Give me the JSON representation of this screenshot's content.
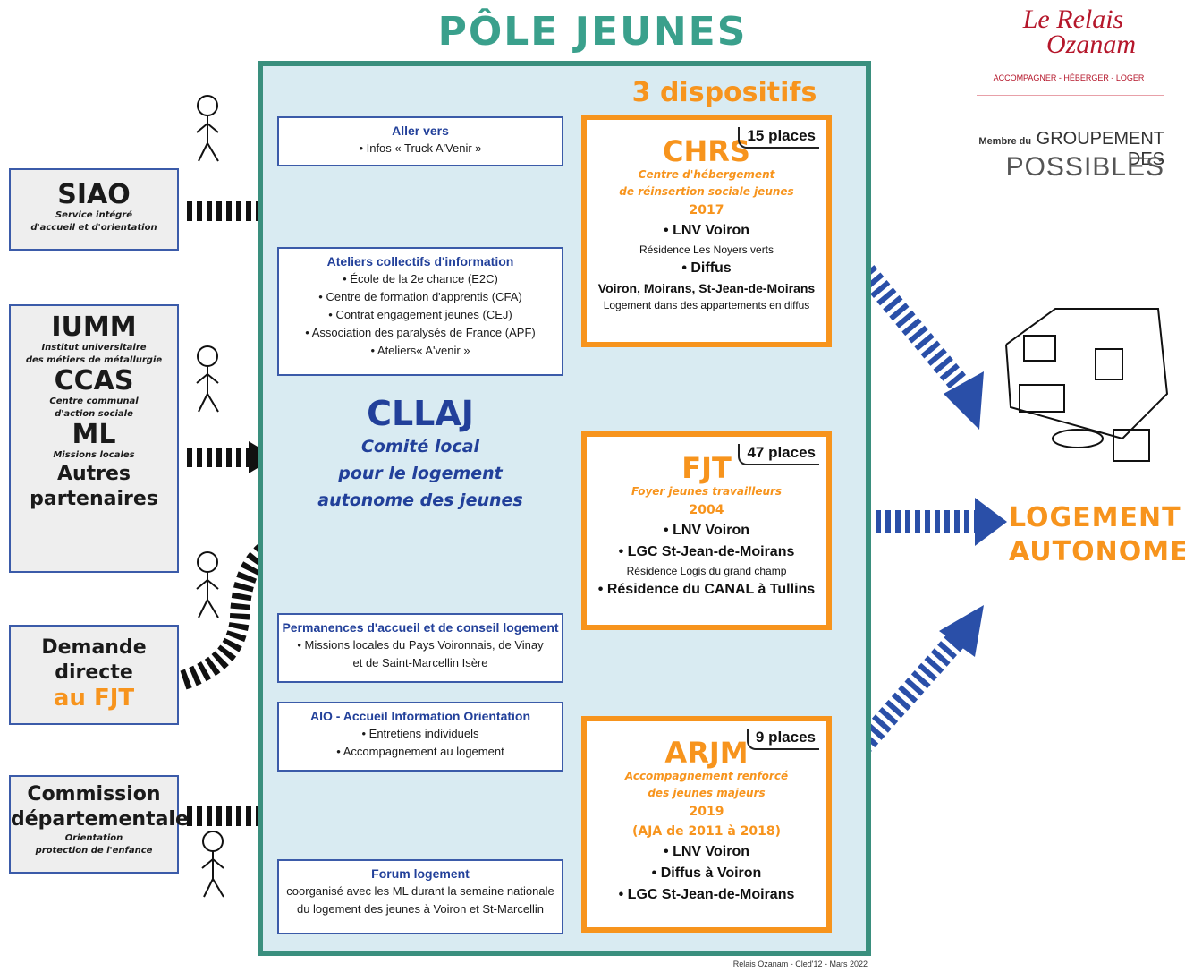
{
  "title": "PÔLE JEUNES",
  "logo": {
    "name_line1": "Le Relais",
    "name_line2": "Ozanam",
    "tagline": "ACCOMPAGNER - HÉBERGER - LOGER"
  },
  "groupement": {
    "prefix": "Membre du",
    "line1": "GROUPEMENT DES",
    "line2": "POSSIBLES"
  },
  "dispositifs_title": "3 dispositifs",
  "partners": {
    "siao": {
      "name": "SIAO",
      "desc1": "Service intégré",
      "desc2": "d'accueil et d'orientation"
    },
    "iumm": {
      "name": "IUMM",
      "desc1": "Institut universitaire",
      "desc2": "des métiers de métallurgie"
    },
    "ccas": {
      "name": "CCAS",
      "desc1": "Centre communal",
      "desc2": "d'action sociale"
    },
    "ml": {
      "name": "ML",
      "desc1": "Missions locales"
    },
    "autres": {
      "line1": "Autres",
      "line2": "partenaires"
    },
    "demande": {
      "line1": "Demande",
      "line2": "directe",
      "line3": "au FJT"
    },
    "commission": {
      "line1": "Commission",
      "line2": "départementale",
      "desc1": "Orientation",
      "desc2": "protection de l'enfance"
    }
  },
  "cllaj": {
    "name": "CLLAJ",
    "line1": "Comité local",
    "line2": "pour le logement",
    "line3": "autonome des jeunes"
  },
  "left_boxes": [
    {
      "heading": "Aller vers",
      "lines": [
        "• Infos « Truck A'Venir »"
      ]
    },
    {
      "heading": "Ateliers collectifs d'information",
      "lines": [
        "• École de la 2e chance (E2C)",
        "• Centre de formation d'apprentis (CFA)",
        "• Contrat engagement jeunes (CEJ)",
        "• Association des paralysés de France (APF)",
        "• Ateliers« A'venir »"
      ]
    },
    {
      "heading": "Permanences d'accueil et de conseil logement",
      "lines": [
        "• Missions locales du Pays Voironnais, de Vinay",
        "et de Saint-Marcellin Isère"
      ]
    },
    {
      "heading": "AIO - Accueil Information Orientation",
      "lines": [
        "• Entretiens individuels",
        "• Accompagnement au logement"
      ]
    },
    {
      "heading": "Forum logement",
      "lines": [
        "coorganisé avec les ML durant la semaine nationale",
        "du logement des jeunes à Voiron et St-Marcellin"
      ]
    }
  ],
  "chrs": {
    "name": "CHRS",
    "places": "15 places",
    "sub1": "Centre d'hébergement",
    "sub2": "de réinsertion sociale jeunes",
    "year": "2017",
    "b1": "• LNV Voiron",
    "s1": "Résidence Les Noyers verts",
    "b2": "• Diffus",
    "b3": "Voiron, Moirans, St-Jean-de-Moirans",
    "s2": "Logement dans des appartements en diffus"
  },
  "fjt": {
    "name": "FJT",
    "places": "47 places",
    "sub1": "Foyer jeunes travailleurs",
    "year": "2004",
    "b1": "• LNV Voiron",
    "b2": "• LGC St-Jean-de-Moirans",
    "s1": "Résidence Logis du grand champ",
    "b3": "• Résidence du CANAL à Tullins"
  },
  "arjm": {
    "name": "ARJM",
    "places": "9 places",
    "sub1": "Accompagnement renforcé",
    "sub2": "des jeunes majeurs",
    "year": "2019",
    "year2": "(AJA de 2011 à 2018)",
    "b1": "• LNV Voiron",
    "b2": "• Diffus à Voiron",
    "b3": "• LGC St-Jean-de-Moirans"
  },
  "logement": {
    "line1": "LOGEMENT",
    "line2": "AUTONOME"
  },
  "credit": "Relais Ozanam - Cled'12 - Mars 2022",
  "colors": {
    "teal": "#3a8f7e",
    "orange": "#f7941d",
    "blue": "#22409a",
    "panel": "#d9ebf2",
    "red": "#b5172b"
  }
}
